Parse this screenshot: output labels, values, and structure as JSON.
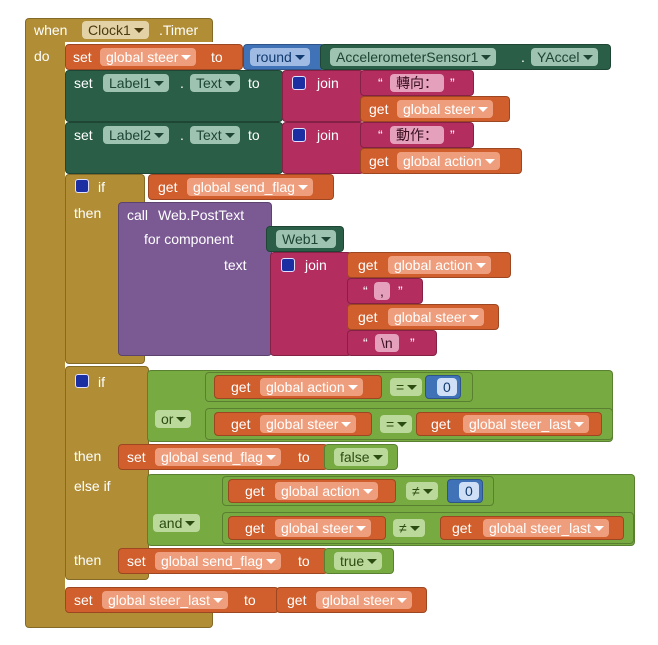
{
  "event": {
    "when": "when",
    "component": "Clock1",
    "suffix": ".Timer",
    "do": "do"
  },
  "kw": {
    "set": "set",
    "to": "to",
    "get": "get",
    "join": "join",
    "if": "if",
    "then": "then",
    "else_if": "else if",
    "call": "call",
    "text": "text",
    "for_component": "for component",
    "dot": ".",
    "open_q": "“",
    "close_q": "”"
  },
  "s1": {
    "var": "global steer",
    "func": "round",
    "sensor": "AccelerometerSensor1",
    "prop": "YAccel"
  },
  "s2": {
    "component": "Label1",
    "prop": "Text",
    "str": "轉向：",
    "get": "global steer"
  },
  "s3": {
    "component": "Label2",
    "prop": "Text",
    "str": "動作：",
    "get": "global action"
  },
  "if1": {
    "cond": "global send_flag"
  },
  "web": {
    "method": "Web.PostText",
    "component": "Web1",
    "get1": "global action",
    "str1": ",",
    "get2": "global steer",
    "str2": "\\n"
  },
  "if2": {
    "or_op": "or",
    "c1": {
      "var": "global action",
      "op": "=",
      "num": "0"
    },
    "c2": {
      "var": "global steer",
      "op": "=",
      "var2": "global steer_last"
    },
    "then_var": "global send_flag",
    "then_val": "false",
    "and_op": "and",
    "c3": {
      "var": "global action",
      "op": "≠",
      "num": "0"
    },
    "c4": {
      "var": "global steer",
      "op": "≠",
      "var2": "global steer_last"
    },
    "then2_var": "global send_flag",
    "then2_val": "true"
  },
  "last": {
    "var": "global steer_last",
    "get": "global steer"
  },
  "colors": {
    "control": "#b18e35",
    "variable": "#d05f2d",
    "component": "#2a5e47",
    "text": "#b32d5e",
    "procedure": "#7b5a94",
    "logic": "#77ab41",
    "math": "#3f72b6"
  }
}
